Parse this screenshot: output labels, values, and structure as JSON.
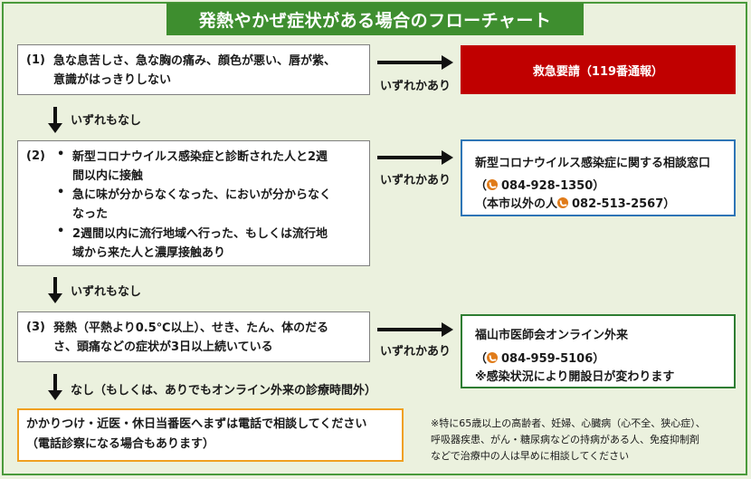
{
  "title": "発熱やかぜ症状がある場合のフローチャート",
  "steps": [
    {
      "num": "(1)",
      "lines": [
        "急な息苦しさ、急な胸の痛み、顔色が悪い、唇が紫、",
        "意識がはっきりしない"
      ]
    },
    {
      "num": "(2)",
      "bullets": [
        [
          "新型コロナウイルス感染症と診断された人と2週",
          "間以内に接触"
        ],
        [
          "急に味が分からなくなった、においが分からなく",
          "なった"
        ],
        [
          "2週間以内に流行地域へ行った、もしくは流行地",
          "域から来た人と濃厚接触あり"
        ]
      ]
    },
    {
      "num": "(3)",
      "lines": [
        "発熱（平熱より0.5℃以上）、せき、たん、体のだる",
        "さ、頭痛などの症状が3日以上続いている"
      ]
    }
  ],
  "branch_labels": {
    "yes1": "いずれかあり",
    "yes2": "いずれかあり",
    "yes3": "いずれかあり",
    "no1": "いずれもなし",
    "no2": "いずれもなし",
    "no3": "なし（もしくは、ありでもオンライン外来の診療時間外）"
  },
  "results": {
    "emergency": "救急要請（119番通報）",
    "corona_title": "新型コロナウイルス感染症に関する相談窓口",
    "corona_phone_prefix": "（",
    "corona_phone": "084-928-1350）",
    "corona_other_prefix": "（本市以外の人",
    "corona_other_phone": "082-513-2567）",
    "online_title": "福山市医師会オンライン外来",
    "online_phone_prefix": "（",
    "online_phone": "084-959-5106）",
    "online_note": "※感染状況により開設日が変わります"
  },
  "final": {
    "line1": "かかりつけ・近医・休日当番医へまずは電話で相談してください",
    "line2": "（電話診察になる場合もあります）"
  },
  "footnote": [
    "※特に65歳以上の高齢者、妊婦、心臓病（心不全、狭心症）、",
    "呼吸器疾患、がん・糖尿病などの持病がある人、免疫抑制剤",
    "などで治療中の人は早めに相談してください"
  ],
  "colors": {
    "green": "#3e8e2f",
    "red": "#c00000",
    "blue_border": "#2e75b6",
    "green_border": "#2e7d32",
    "orange_border": "#f0a020",
    "background": "#ebf1de"
  },
  "icons": [
    "phone-icon"
  ]
}
